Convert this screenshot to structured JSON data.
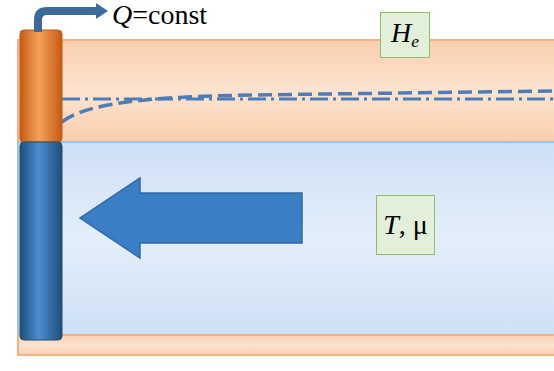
{
  "diagram": {
    "nodes": [
      {
        "text": [
          "He"
        ]
      },
      {
        "text": [
          "T, μ"
        ]
      }
    ],
    "labels": [
      "Q=const"
    ]
  }
}
